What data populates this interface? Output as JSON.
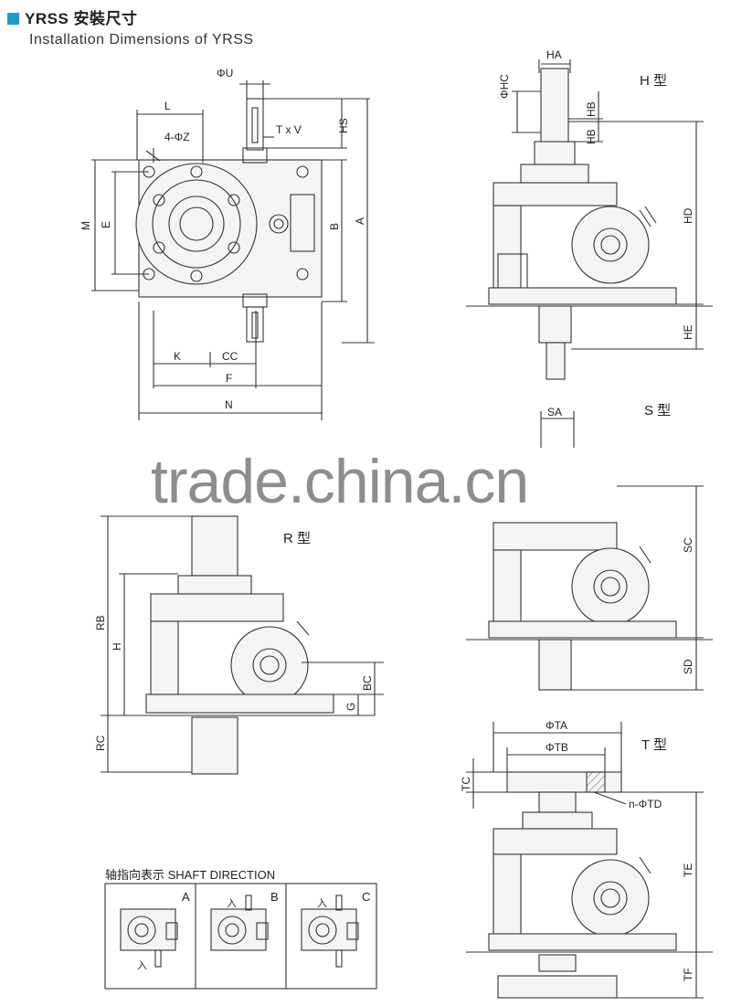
{
  "header": {
    "title": "YRSS 安裝尺寸",
    "subtitle": "Installation Dimensions of YRSS"
  },
  "watermark": "trade.china.cn",
  "top_view": {
    "labels": {
      "phi_u": "ΦU",
      "l": "L",
      "tv": "T x V",
      "hs": "HS",
      "z": "4-ΦZ",
      "m": "M",
      "e": "E",
      "b": "B",
      "a": "A",
      "k": "K",
      "cc": "CC",
      "f": "F",
      "n": "N"
    }
  },
  "h_type": {
    "title": "H 型",
    "labels": {
      "ha": "HA",
      "phc": "ΦHC",
      "hb1": "HB",
      "hb2": "HB",
      "hd": "HD",
      "he": "HE"
    }
  },
  "s_type": {
    "title": "S 型",
    "labels": {
      "sa": "SA",
      "sc": "SC",
      "sd": "SD"
    }
  },
  "r_type": {
    "title": "R 型",
    "labels": {
      "rb": "RB",
      "h": "H",
      "bc": "BC",
      "g": "G",
      "rc": "RC"
    }
  },
  "t_type": {
    "title": "T 型",
    "labels": {
      "ta": "ΦTA",
      "tb": "ΦTB",
      "tc": "TC",
      "td": "n-ΦTD",
      "te": "TE",
      "tf": "TF"
    }
  },
  "shaft_direction": {
    "title": "轴指向表示 SHAFT DIRECTION",
    "options": [
      {
        "letter": "A",
        "input": "入"
      },
      {
        "letter": "B",
        "input": "入"
      },
      {
        "letter": "C",
        "input": "入"
      }
    ]
  },
  "colors": {
    "accent": "#1d9bd7",
    "line": "#333333",
    "fill": "#f2f2f2"
  }
}
